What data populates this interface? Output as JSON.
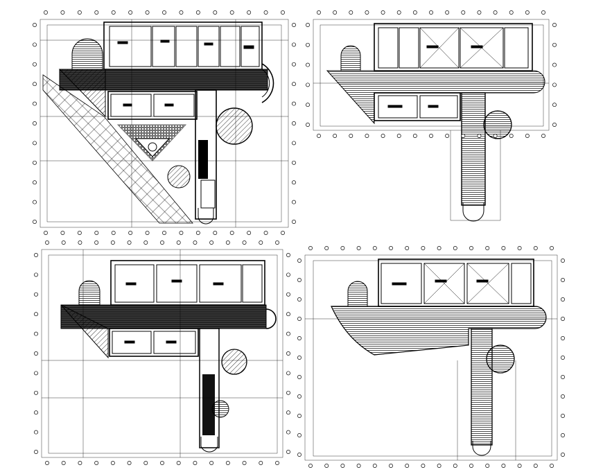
{
  "drawing": {
    "description_visible_text": "",
    "line_color": "#000000",
    "background_color": "#ffffff",
    "plans": [
      {
        "id": "plan-top-left",
        "kind": "floor-plan-diagonal-wing"
      },
      {
        "id": "plan-top-right",
        "kind": "floor-plan-hatched-corridor"
      },
      {
        "id": "plan-bottom-left",
        "kind": "floor-plan-dark-corridor"
      },
      {
        "id": "plan-bottom-right",
        "kind": "floor-plan-hatched-deck"
      }
    ]
  }
}
